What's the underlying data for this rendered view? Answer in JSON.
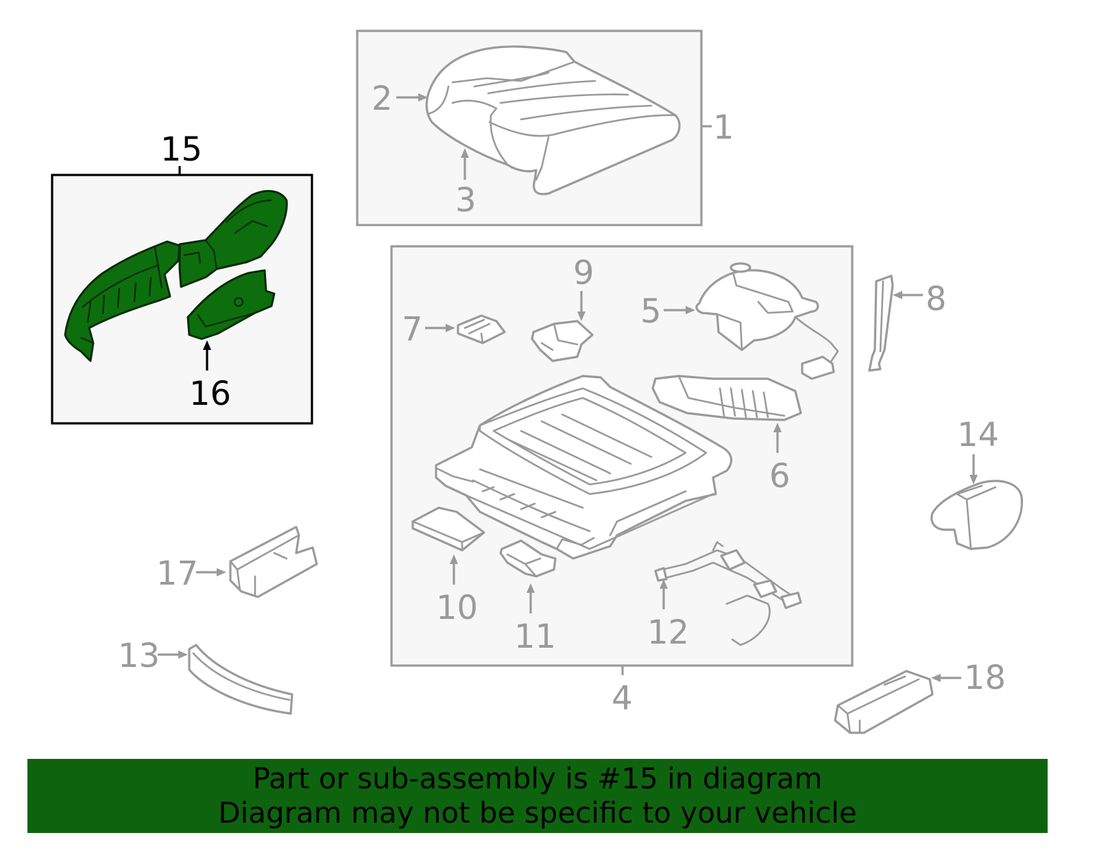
{
  "diagram": {
    "callouts": [
      "1",
      "2",
      "3",
      "4",
      "5",
      "6",
      "7",
      "8",
      "9",
      "10",
      "11",
      "12",
      "13",
      "14",
      "15",
      "16",
      "17",
      "18"
    ],
    "highlighted_part": "15",
    "colors": {
      "highlight_fill": "#0d6e0d",
      "line_gray": "#9a9a9a",
      "box_fill": "#f7f7f7",
      "banner_bg": "#0e640e"
    }
  },
  "banner": {
    "line1": "Part or sub-assembly is #15 in diagram",
    "line2": "Diagram may not be specific to your vehicle"
  }
}
